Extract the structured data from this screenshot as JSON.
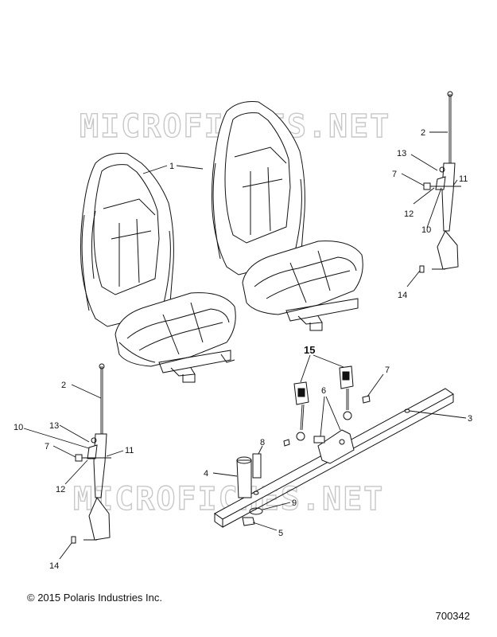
{
  "watermark": "MICROFICHES.NET",
  "callouts": {
    "c1": "1",
    "c2a": "2",
    "c13a": "13",
    "c7a": "7",
    "c11a": "11",
    "c12a": "12",
    "c10a": "10",
    "c14a": "14",
    "c15": "15",
    "c7b": "7",
    "c6": "6",
    "c3": "3",
    "c8": "8",
    "c4": "4",
    "c9": "9",
    "c5": "5",
    "c2b": "2",
    "c13b": "13",
    "c10b": "10",
    "c7c": "7",
    "c11b": "11",
    "c12b": "12",
    "c14b": "14"
  },
  "footer": {
    "copyright": "© 2015 Polaris Industries Inc.",
    "diagram_id": "700342"
  }
}
